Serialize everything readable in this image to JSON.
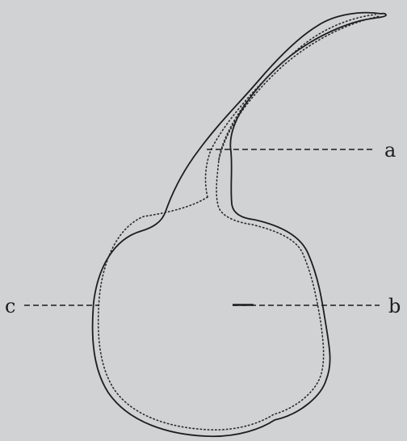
{
  "labels": {
    "a": "a",
    "b": "b",
    "c": "c"
  },
  "colors": {
    "background": "#cfd1d2",
    "ink": "#1d1d1d"
  }
}
